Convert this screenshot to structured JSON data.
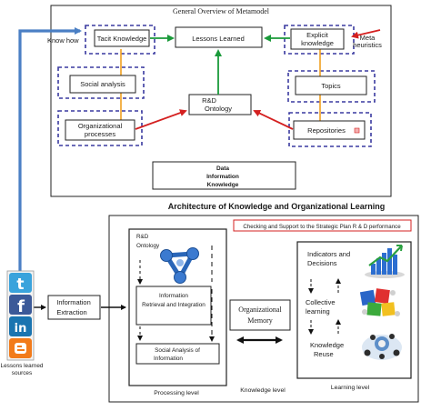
{
  "metamodel": {
    "title": "General Overview of Metamodel",
    "know_how": "Know how",
    "tacit_knowledge": "Tacit Knowledge",
    "lessons_learned": "Lessons Learned",
    "explicit_knowledge": [
      "Explicit",
      "knowledge"
    ],
    "meta_heuristics": [
      "Meta",
      "heuristics"
    ],
    "social_analysis": "Social analysis",
    "topics": "Topics",
    "rd_ontology": [
      "R&D",
      "Ontology"
    ],
    "organizational_processes": [
      "Organizational",
      "processes"
    ],
    "repositories": "Repositories",
    "legend": [
      {
        "label": "Data",
        "color": "#f0a020"
      },
      {
        "label": "Information",
        "color": "#d42020"
      },
      {
        "label": "Knowledge",
        "color": "#1a9a3a"
      }
    ]
  },
  "architecture": {
    "title": "Architecture of Knowledge and Organizational Learning",
    "checking_support": "Checking and Support  to the  Strategic Plan R & D  performance",
    "rd_ontology": [
      "R&D",
      "Ontology"
    ],
    "info_retrieval": [
      "Information",
      "Retrieval and Integration"
    ],
    "social_analysis_info": [
      "Social Analysis of",
      "Information"
    ],
    "processing_level": "Processing level",
    "organizational_memory": [
      "Organizational",
      "Memory"
    ],
    "knowledge_level": "Knowledge level",
    "indicators_decisions": [
      "Indicators and",
      "Decisions"
    ],
    "collective_learning": [
      "Collective",
      "learning"
    ],
    "knowledge_reuse": [
      "Knowledge",
      "Reuse"
    ],
    "learning_level": "Learning level",
    "information_extraction": [
      "Information",
      "Extraction"
    ],
    "lessons_learned_sources": [
      "Lessons learned",
      "sources"
    ]
  },
  "social_icons": [
    "twitter-icon",
    "facebook-icon",
    "linkedin-icon",
    "blogger-icon"
  ],
  "colors": {
    "data": "#f0a020",
    "information": "#d42020",
    "knowledge": "#1a9a3a",
    "flow_arrow": "#4a7fc4",
    "dashed_box": "#3a3aa0"
  }
}
